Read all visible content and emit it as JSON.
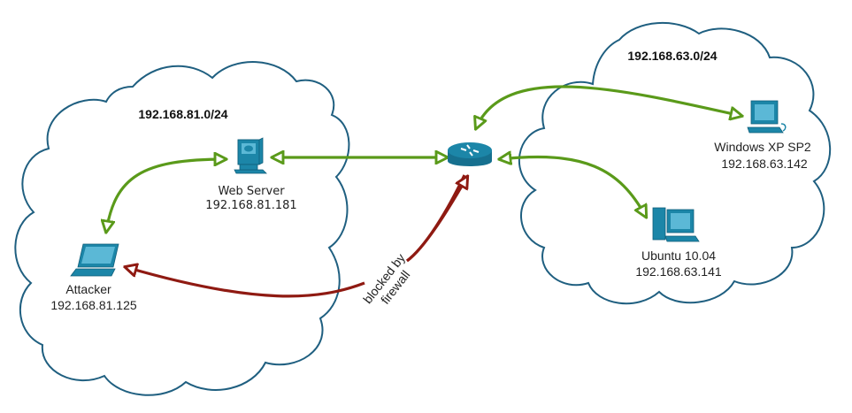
{
  "networks": [
    {
      "id": "left",
      "subnet": "192.168.81.0/24"
    },
    {
      "id": "right",
      "subnet": "192.168.63.0/24"
    }
  ],
  "nodes": {
    "web_server": {
      "name": "Web Server",
      "ip": "192.168.81.181",
      "icon": "server-icon"
    },
    "attacker": {
      "name": "Attacker",
      "ip": "192.168.81.125",
      "icon": "laptop-icon"
    },
    "router": {
      "name": "",
      "icon": "router-icon"
    },
    "windows": {
      "name": "Windows XP SP2",
      "ip": "192.168.63.142",
      "icon": "workstation-icon"
    },
    "ubuntu": {
      "name": "Ubuntu 10.04",
      "ip": "192.168.63.141",
      "icon": "desktop-tower-icon"
    }
  },
  "links": [
    {
      "from": "attacker",
      "to": "web_server",
      "status": "allowed"
    },
    {
      "from": "web_server",
      "to": "router",
      "status": "allowed"
    },
    {
      "from": "router",
      "to": "windows",
      "status": "allowed"
    },
    {
      "from": "router",
      "to": "ubuntu",
      "status": "allowed"
    },
    {
      "from": "attacker",
      "to": "router",
      "status": "blocked"
    }
  ],
  "annotation": {
    "line1": "blocked by",
    "line2": "firewall"
  },
  "colors": {
    "allowed": "#5a9a1a",
    "blocked": "#8f1a12",
    "cloud_stroke": "#1f5f80",
    "device": "#1c86a8"
  }
}
